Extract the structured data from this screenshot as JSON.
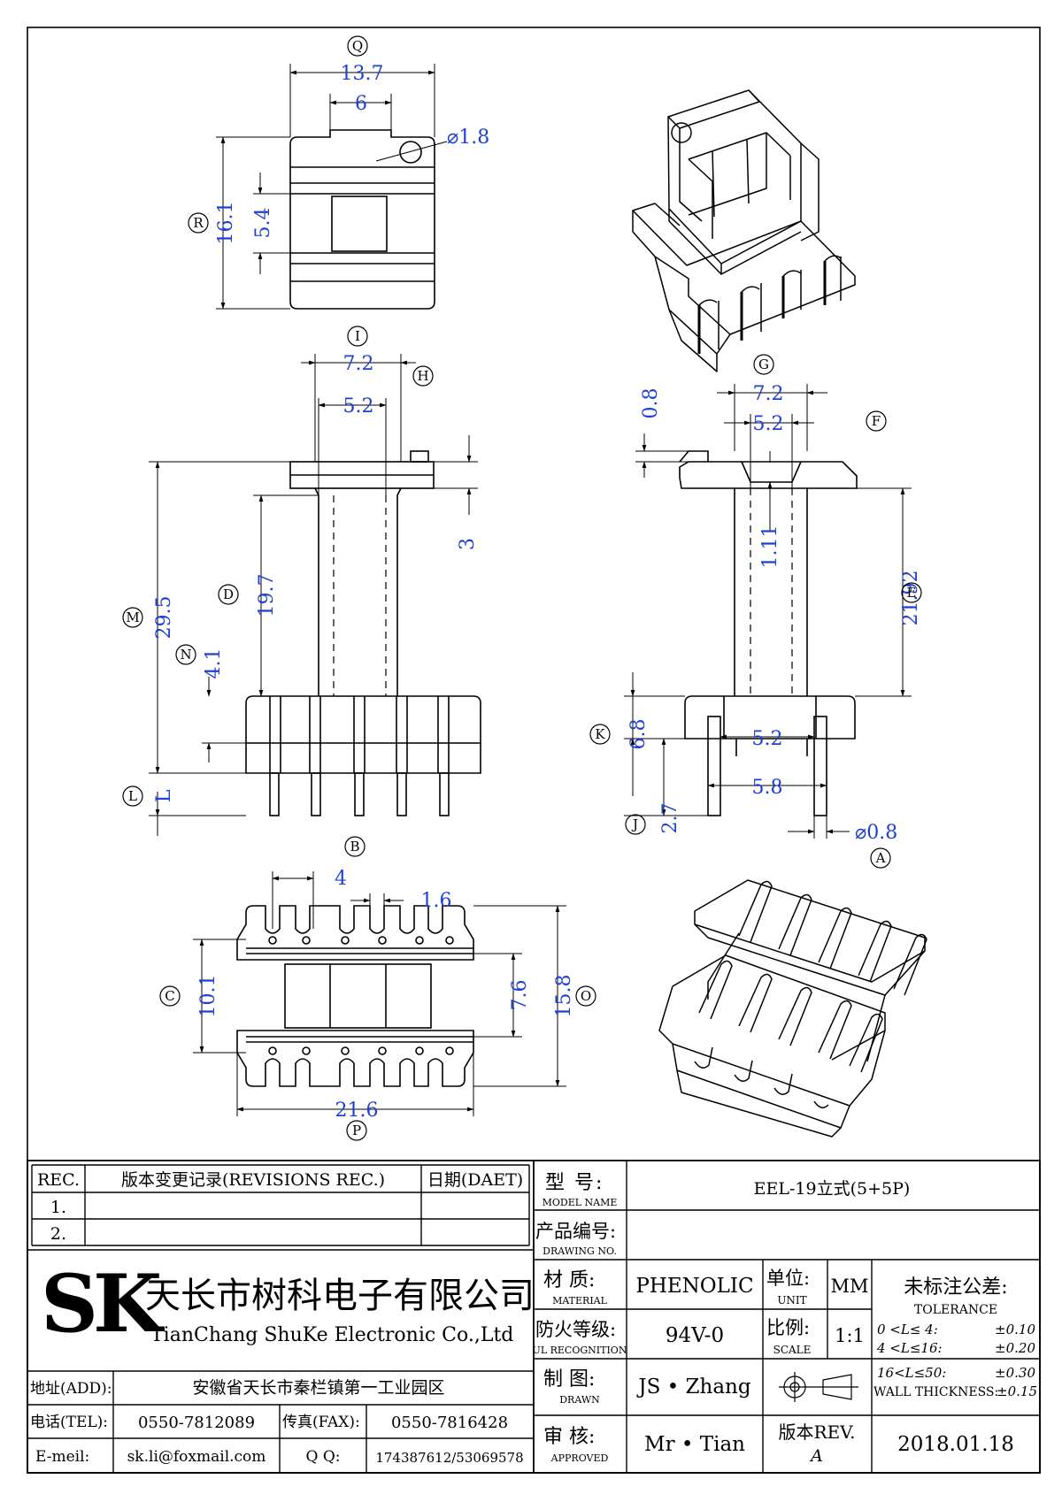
{
  "dimensions": {
    "top": {
      "width_q": "13.7",
      "slot": "6",
      "hole": "⌀1.8",
      "height_r": "16.1",
      "window": "5.4"
    },
    "front": {
      "flange_i": "7.2",
      "core": "5.2",
      "base_h": "3",
      "height_m": "29.5",
      "tube_d": "19.7",
      "base_n": "4.1",
      "pin_l": "L"
    },
    "side": {
      "flange": "7.2",
      "core": "5.2",
      "step": "0.8",
      "slot_depth": "1.11",
      "height_e": "21.92",
      "base_k": "6.8",
      "pin_j": "2.7",
      "pin_span1": "5.2",
      "pin_span2": "5.8",
      "pin_dia": "⌀0.8"
    },
    "bottom": {
      "pitch": "4",
      "slot": "1.6",
      "inner_c": "10.1",
      "inner_7": "7.6",
      "total_o": "15.8",
      "width_p": "21.6"
    }
  },
  "callouts": [
    "Q",
    "R",
    "I",
    "H",
    "G",
    "F",
    "D",
    "M",
    "N",
    "L",
    "E",
    "K",
    "J",
    "A",
    "B",
    "C",
    "O",
    "P"
  ],
  "title_block": {
    "rev_header": "REC.",
    "rev_title": "版本变更记录(REVISIONS REC.)",
    "date_header": "日期(DAET)",
    "rev_rows": [
      "1.",
      "2."
    ],
    "model_label": "型  号:",
    "model_label_en": "MODEL NAME",
    "model_value": "EEL-19立式(5+5P)",
    "drawing_label": "产品编号:",
    "drawing_label_en": "DRAWING NO.",
    "drawing_value": "",
    "logo": "SK",
    "company_cn": "天长市树科电子有限公司",
    "company_en": "TianChang ShuKe Electronic Co.,Ltd",
    "material_label": "材  质:",
    "material_label_en": "MATERIAL",
    "material_value": "PHENOLIC",
    "unit_label": "单位:",
    "unit_label_en": "UNIT",
    "unit_value": "MM",
    "ul_label": "防火等级:",
    "ul_label_en": "UL RECOGNITION",
    "ul_value": "94V-0",
    "scale_label": "比例:",
    "scale_label_en": "SCALE",
    "scale_value": "1:1",
    "tolerance_title": "未标注公差:",
    "tolerance_en": "TOLERANCE",
    "tolerances": [
      {
        "range": "0 <L≤ 4:",
        "value": "±0.10"
      },
      {
        "range": "4 <L≤16:",
        "value": "±0.20"
      },
      {
        "range": "16<L≤50:",
        "value": "±0.30"
      }
    ],
    "wall_label": "WALL THICKNESS:",
    "wall_value": "±0.15",
    "drawn_label": "制  图:",
    "drawn_label_en": "DRAWN",
    "drawn_value": "JS • Zhang",
    "approved_label": "审  核:",
    "approved_label_en": "APPROVED",
    "approved_value": "Mr • Tian",
    "rev_label": "版本REV.",
    "rev_value": "A",
    "date_value": "2018.01.18",
    "address_label": "地址(ADD):",
    "address_value": "安徽省天长市秦栏镇第一工业园区",
    "tel_label": "电话(TEL):",
    "tel_value": "0550-7812089",
    "fax_label": "传真(FAX):",
    "fax_value": "0550-7816428",
    "email_label": "E-meil:",
    "email_value": "sk.li@foxmail.com",
    "qq_label": "Q Q:",
    "qq_value": "174387612/53069578"
  }
}
